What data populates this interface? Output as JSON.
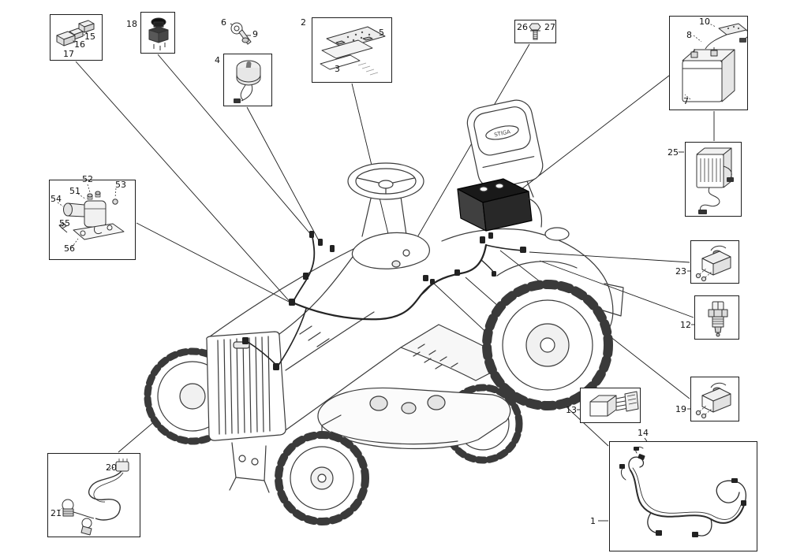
{
  "page": {
    "kind": "exploded-parts-diagram",
    "brand_logo": "STIGA"
  },
  "callouts": {
    "c1": "1",
    "c2": "2",
    "c3": "3",
    "c4": "4",
    "c5": "5",
    "c6": "6",
    "c7": "7",
    "c8": "8",
    "c9": "9",
    "c10": "10",
    "c12": "12",
    "c13": "13",
    "c14": "14",
    "c15": "15",
    "c16": "16",
    "c17": "17",
    "c18": "18",
    "c19": "19",
    "c20": "20",
    "c21": "21",
    "c23": "23",
    "c25": "25",
    "c26": "26",
    "c27": "27",
    "c51": "51",
    "c52": "52",
    "c53": "53",
    "c54": "54",
    "c55": "55",
    "c56": "56"
  }
}
